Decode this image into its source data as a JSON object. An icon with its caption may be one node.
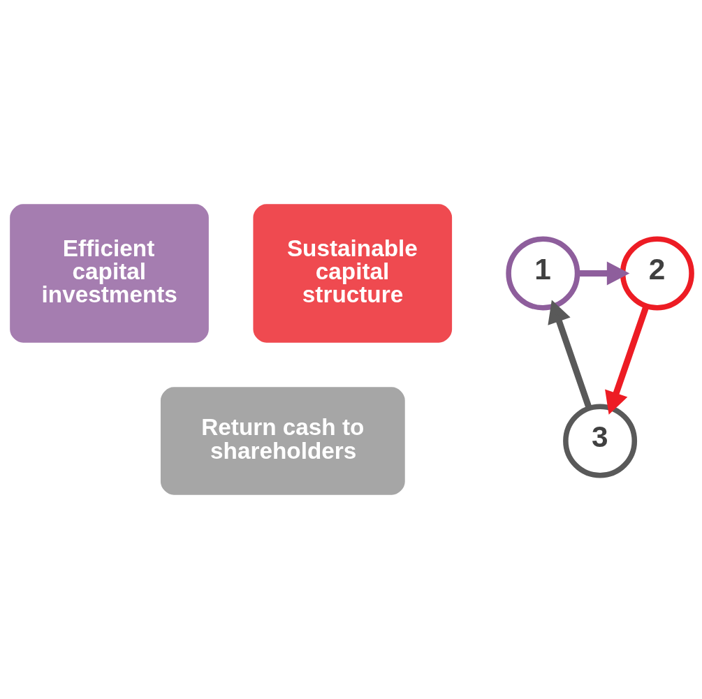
{
  "diagram": {
    "nodes": [
      {
        "text": [
          "Efficient capital investments"
        ]
      },
      {
        "text": [
          "Sustainable capital structure"
        ]
      },
      {
        "text": [
          "Return cash to shareholders"
        ]
      },
      {
        "text": [
          "1"
        ]
      },
      {
        "text": [
          "2"
        ]
      },
      {
        "text": [
          "3"
        ]
      }
    ],
    "edges": [
      {
        "from": 3,
        "to": 4,
        "arrow": "to",
        "color": "#8e5e9c"
      },
      {
        "from": 4,
        "to": 5,
        "arrow": "to",
        "color": "#ed1c24"
      },
      {
        "from": 5,
        "to": 3,
        "arrow": "to",
        "color": "#595959"
      }
    ]
  }
}
